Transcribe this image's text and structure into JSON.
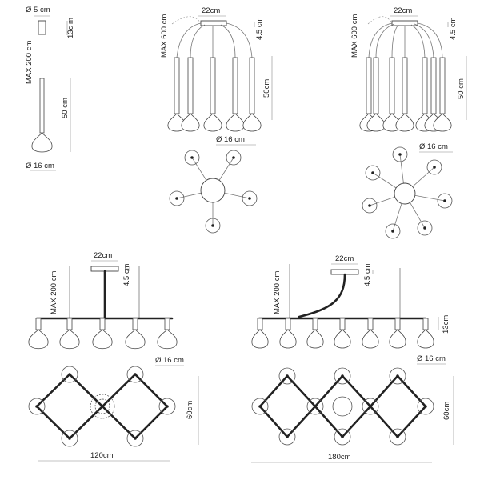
{
  "labels": {
    "single_stem": "Ø 5 cm",
    "single_max": "MAX 200 cm",
    "single_canopy_h": "13c m",
    "single_body": "50 cm",
    "single_glass": "Ø 16 cm",
    "p5_canopy": "22cm",
    "p5_max": "MAX 600 cm",
    "p5_h": "4.5 cm",
    "p5_body": "50cm",
    "p5_glass": "Ø 16 cm",
    "p7_canopy": "22cm",
    "p7_max": "MAX 600 cm",
    "p7_h": "4.5 cm",
    "p7_body": "50 cm",
    "p7_glass": "Ø 16 cm",
    "l5_canopy": "22cm",
    "l5_max": "MAX 200 cm",
    "l5_h": "4.5 cm",
    "l5_glass": "Ø 16 cm",
    "l5_depth": "60cm",
    "l5_width": "120cm",
    "l7_canopy": "22cm",
    "l7_max": "MAX 200 cm",
    "l7_h": "4.5 cm",
    "l7_body": "13cm",
    "l7_glass": "Ø 16 cm",
    "l7_depth": "60cm",
    "l7_width": "180cm"
  },
  "colors": {
    "line": "#444444",
    "frame": "#222222",
    "dimension": "#888888"
  }
}
